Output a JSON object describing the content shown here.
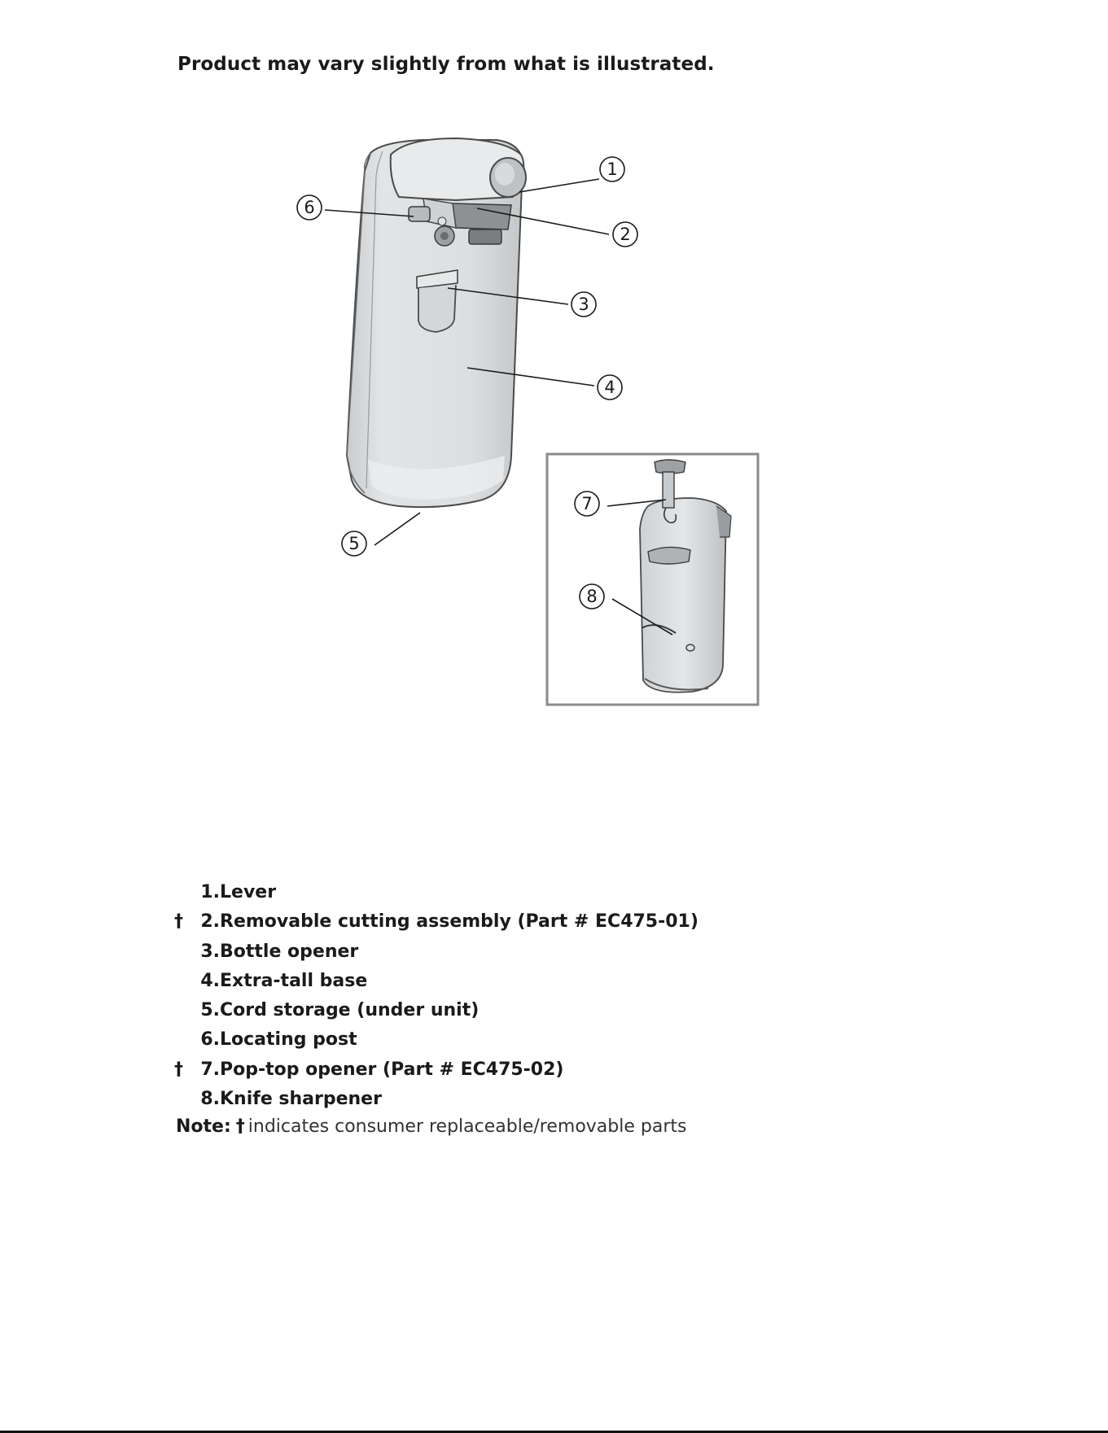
{
  "page": {
    "heading": "Product may vary slightly from what is illustrated."
  },
  "figure": {
    "callouts": [
      "1",
      "2",
      "3",
      "4",
      "5",
      "6",
      "7",
      "8"
    ]
  },
  "parts": [
    {
      "dagger": "",
      "number": "1.",
      "label": "Lever"
    },
    {
      "dagger": "†",
      "number": "2.",
      "label": "Removable cutting assembly (Part # EC475-01)"
    },
    {
      "dagger": "",
      "number": "3.",
      "label": "Bottle opener"
    },
    {
      "dagger": "",
      "number": "4.",
      "label": "Extra-tall base"
    },
    {
      "dagger": "",
      "number": "5.",
      "label": "Cord storage (under unit)"
    },
    {
      "dagger": "",
      "number": "6.",
      "label": "Locating post"
    },
    {
      "dagger": "†",
      "number": "7.",
      "label": "Pop-top opener (Part # EC475-02)"
    },
    {
      "dagger": "",
      "number": "8.",
      "label": "Knife sharpener"
    }
  ],
  "note": {
    "label": "Note:",
    "dagger": "†",
    "text": "indicates consumer replaceable/removable parts"
  },
  "colors": {
    "body_fill": "#dcdee0",
    "body_highlight": "#eceeef",
    "outline": "#4a4a4a",
    "inset_border": "#8a8a8a"
  }
}
